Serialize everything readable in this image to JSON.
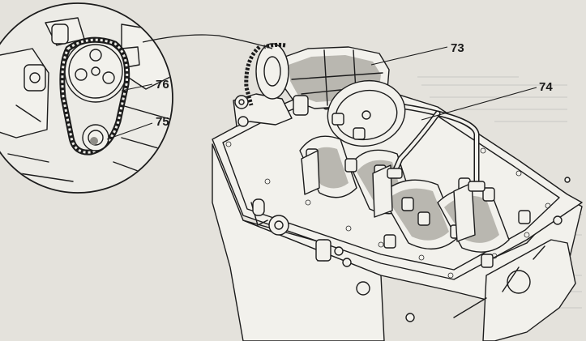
{
  "callouts": {
    "oil_pump": "73",
    "oil_pipe": "74",
    "crank_sprocket": "75",
    "drive_chain": "76"
  },
  "colors": {
    "paper": "#e4e2dc",
    "ink": "#1c1c1c"
  }
}
